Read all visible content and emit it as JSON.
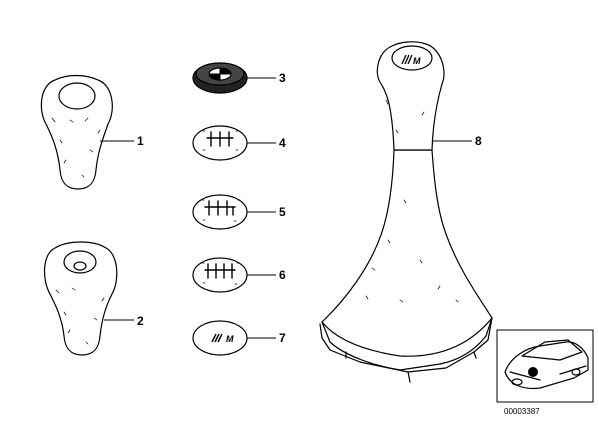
{
  "parts": [
    {
      "label": "1"
    },
    {
      "label": "2"
    },
    {
      "label": "3"
    },
    {
      "label": "4"
    },
    {
      "label": "5"
    },
    {
      "label": "6"
    },
    {
      "label": "7"
    },
    {
      "label": "8"
    }
  ],
  "emblem_text": "M",
  "reference_number": "00003387"
}
